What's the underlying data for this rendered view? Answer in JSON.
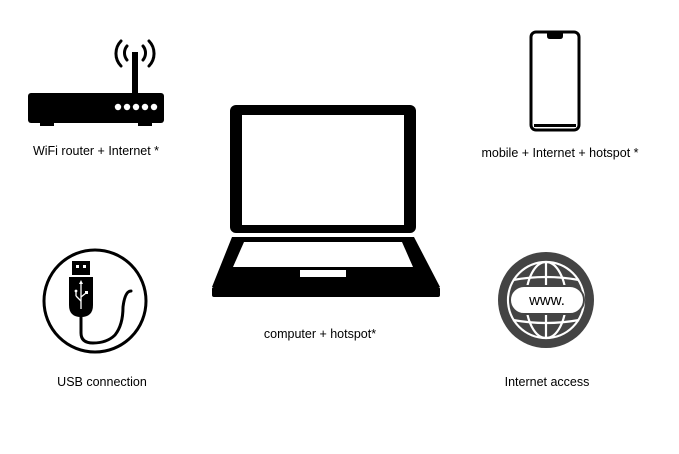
{
  "items": {
    "router": {
      "label": "WiFi router + Internet *",
      "icon": "wifi-router-icon"
    },
    "mobile": {
      "label": "mobile + Internet + hotspot *",
      "icon": "smartphone-icon"
    },
    "computer": {
      "label": "computer + hotspot*",
      "icon": "laptop-icon"
    },
    "usb": {
      "label": "USB connection",
      "icon": "usb-cable-icon"
    },
    "internet": {
      "label": "Internet access",
      "icon": "globe-www-icon",
      "badge_text": "www."
    }
  },
  "colors": {
    "ink": "#000000",
    "background": "#ffffff"
  }
}
